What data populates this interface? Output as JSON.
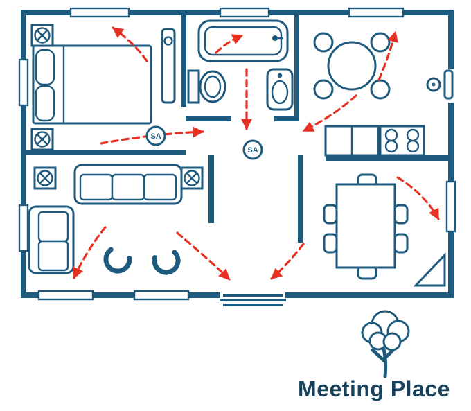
{
  "colors": {
    "wall_blue": "#1e5a7d",
    "accent_red": "#e73123",
    "text_navy": "#16425c",
    "background": "#ffffff"
  },
  "smoke_alarms": [
    {
      "label": "SA"
    },
    {
      "label": "SA"
    }
  ],
  "meeting_place": {
    "label": "Meeting Place"
  },
  "icons": [
    "smoke-alarm-icon",
    "bed-icon",
    "pillow-icon",
    "circled-x-symbol-icon",
    "door-leaf-icon",
    "bathtub-icon",
    "toilet-icon",
    "sink-icon",
    "round-table-icon",
    "chair-icon",
    "kitchen-counter-icon",
    "stove-burners-icon",
    "dining-table-icon",
    "sofa-icon",
    "loveseat-icon",
    "armchair-icon",
    "window-icon",
    "door-handle-icon",
    "entry-door-icon",
    "corner-shelf-icon",
    "escape-route-arrow-icon",
    "tree-icon"
  ]
}
